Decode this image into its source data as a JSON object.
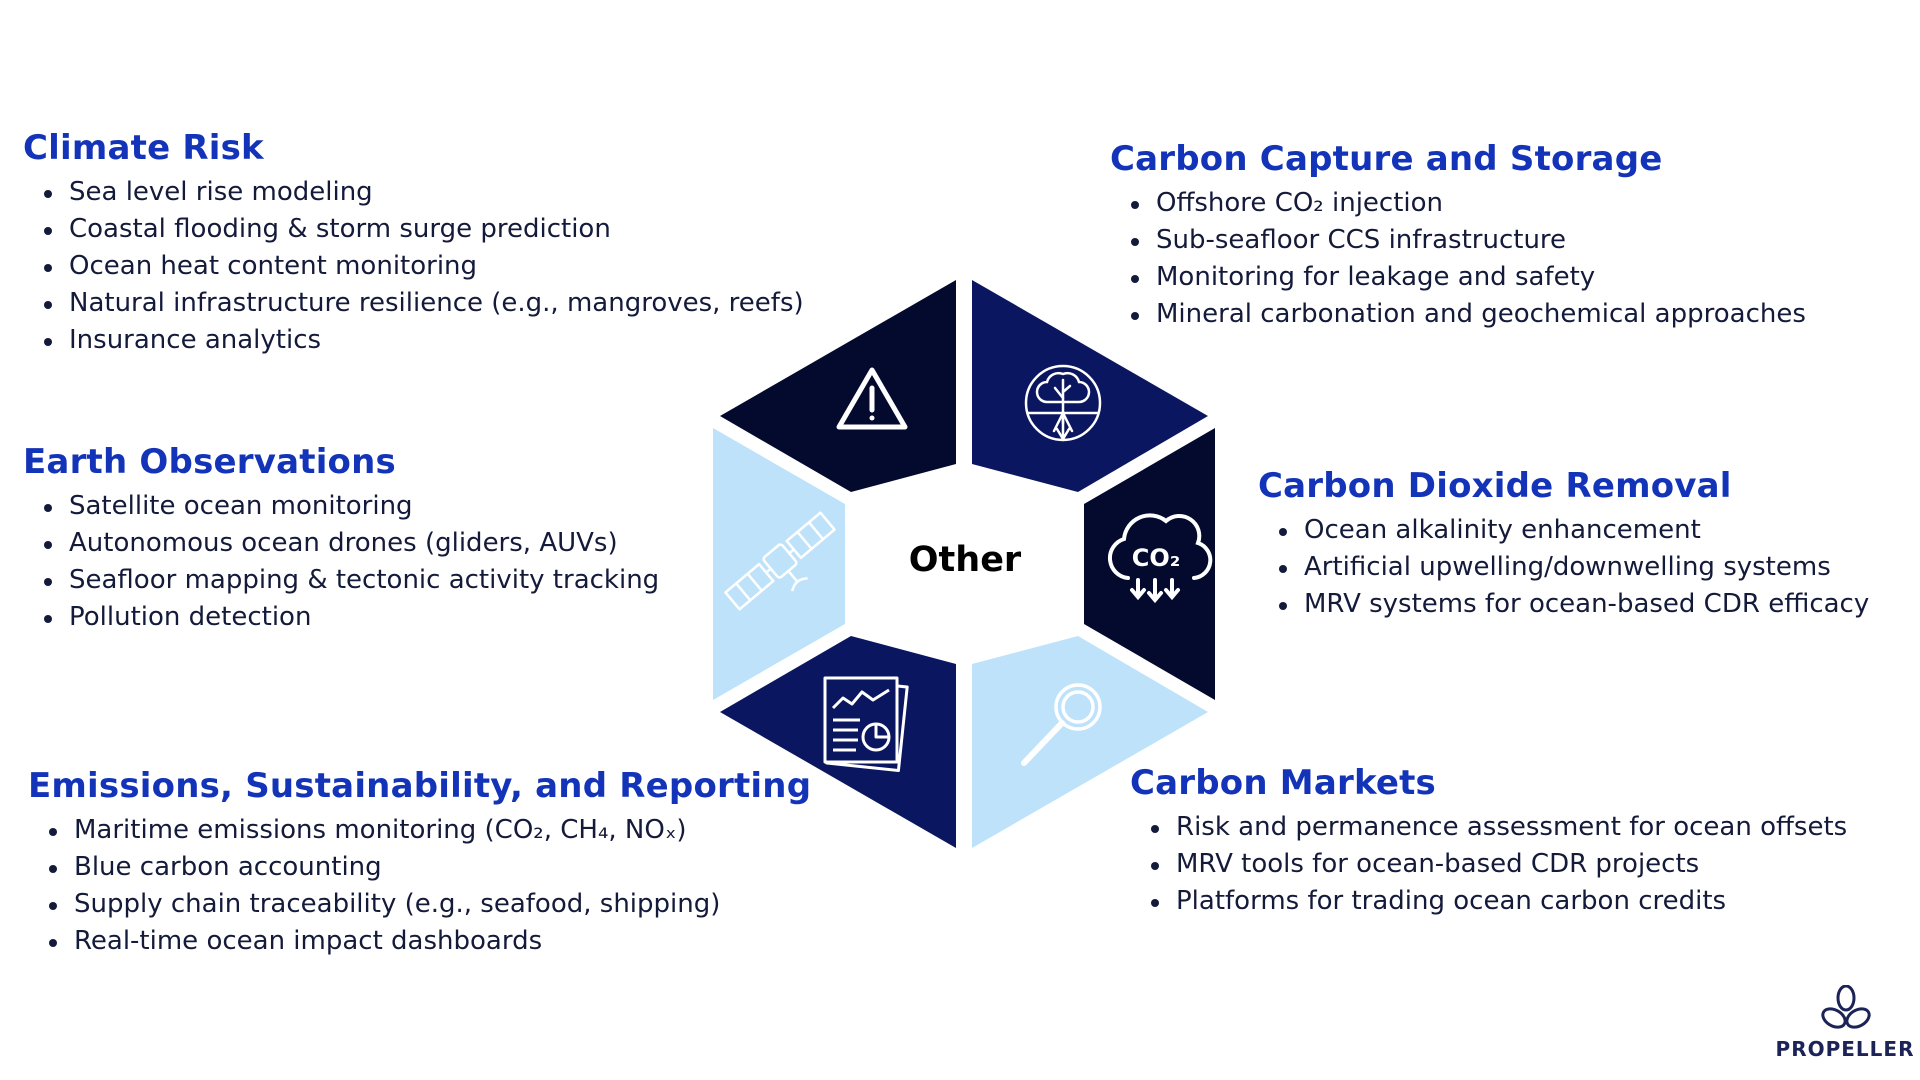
{
  "center": {
    "label": "Other"
  },
  "sections": {
    "climate_risk": {
      "title": "Climate Risk",
      "items": [
        "Sea level rise modeling",
        "Coastal flooding & storm surge prediction",
        "Ocean heat content monitoring",
        "Natural infrastructure resilience (e.g., mangroves, reefs)",
        "Insurance analytics"
      ]
    },
    "ccs": {
      "title": "Carbon Capture and Storage",
      "items": [
        "Offshore CO₂ injection",
        "Sub-seafloor CCS infrastructure",
        "Monitoring for leakage and safety",
        "Mineral carbonation and geochemical approaches"
      ]
    },
    "earth_obs": {
      "title": "Earth Observations",
      "items": [
        "Satellite ocean monitoring",
        "Autonomous ocean drones (gliders, AUVs)",
        "Seafloor mapping & tectonic activity tracking",
        "Pollution detection"
      ]
    },
    "cdr": {
      "title": "Carbon Dioxide Removal",
      "items": [
        "Ocean alkalinity enhancement",
        "Artificial upwelling/downwelling systems",
        "MRV systems for ocean-based CDR efficacy"
      ]
    },
    "emissions": {
      "title": "Emissions, Sustainability, and Reporting",
      "items": [
        "Maritime emissions monitoring (CO₂, CH₄, NOₓ)",
        "Blue carbon accounting",
        "Supply chain traceability (e.g., seafood, shipping)",
        "Real-time ocean impact dashboards"
      ]
    },
    "markets": {
      "title": "Carbon Markets",
      "items": [
        "Risk and permanence assessment for ocean offsets",
        "MRV tools for ocean-based CDR projects",
        "Platforms for trading ocean carbon credits"
      ]
    }
  },
  "hex_segments": [
    {
      "name": "climate-risk",
      "color": "#030a2e",
      "icon": "warning-icon"
    },
    {
      "name": "ccs",
      "color": "#0b1660",
      "icon": "tree-roots-icon"
    },
    {
      "name": "cdr",
      "color": "#030a2e",
      "icon": "co2-cloud-icon"
    },
    {
      "name": "markets",
      "color": "#bfe2fb",
      "icon": "magnifier-icon"
    },
    {
      "name": "emissions",
      "color": "#0b1660",
      "icon": "report-dashboard-icon"
    },
    {
      "name": "earth-obs",
      "color": "#bfe2fb",
      "icon": "satellite-icon"
    }
  ],
  "co2_icon_text": "CO₂",
  "brand": {
    "name": "PROPELLER",
    "color": "#1b2357"
  }
}
